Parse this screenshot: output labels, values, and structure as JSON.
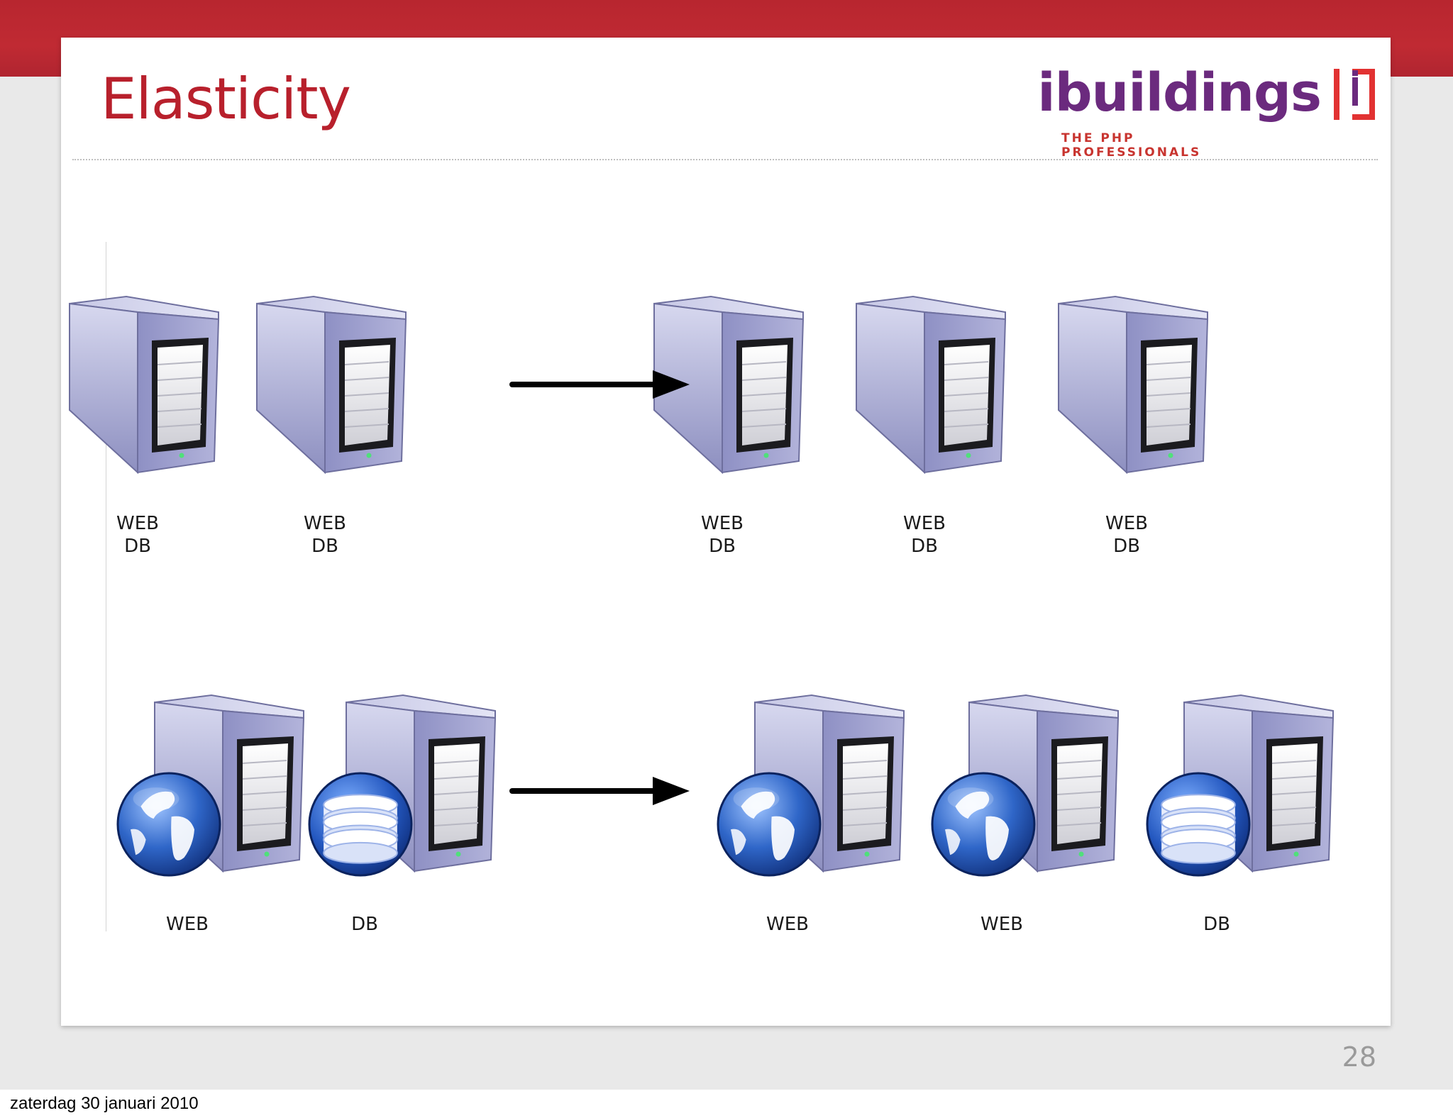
{
  "slide": {
    "title": "Elasticity",
    "page_number": "28"
  },
  "logo": {
    "wordmark": "ibuildings",
    "tagline": "THE PHP PROFESSIONALS",
    "colors": {
      "wordmark": "#6b2a7e",
      "accent": "#e23232"
    }
  },
  "footer": {
    "date": "zaterdag 30 januari 2010"
  },
  "theme": {
    "title_color": "#b8202c",
    "band_color": "#c02a33",
    "server_color": "#a3a4cf",
    "globe_color": "#2f66c8"
  },
  "diagram": {
    "rows": [
      {
        "before": [
          {
            "kind": "server",
            "lines": [
              "WEB",
              "DB"
            ]
          },
          {
            "kind": "server",
            "lines": [
              "WEB",
              "DB"
            ]
          }
        ],
        "after": [
          {
            "kind": "server",
            "lines": [
              "WEB",
              "DB"
            ]
          },
          {
            "kind": "server",
            "lines": [
              "WEB",
              "DB"
            ]
          },
          {
            "kind": "server",
            "lines": [
              "WEB",
              "DB"
            ]
          }
        ]
      },
      {
        "before": [
          {
            "kind": "web-server",
            "lines": [
              "WEB"
            ]
          },
          {
            "kind": "db-server",
            "lines": [
              "DB"
            ]
          }
        ],
        "after": [
          {
            "kind": "web-server",
            "lines": [
              "WEB"
            ]
          },
          {
            "kind": "web-server",
            "lines": [
              "WEB"
            ]
          },
          {
            "kind": "db-server",
            "lines": [
              "DB"
            ]
          }
        ]
      }
    ]
  }
}
